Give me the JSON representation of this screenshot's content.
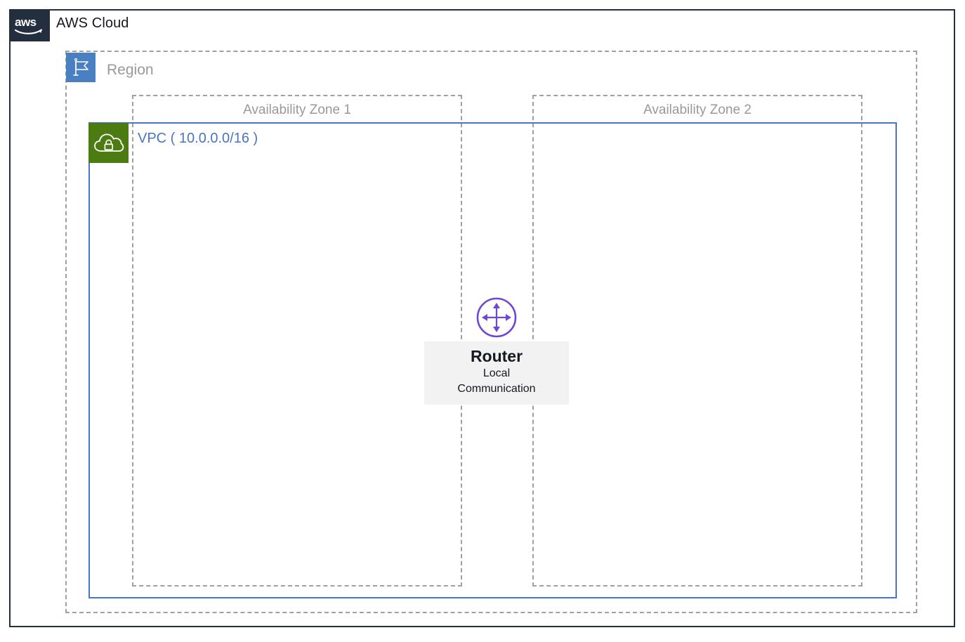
{
  "diagram": {
    "title": "AWS Cloud",
    "type": "aws-architecture-diagram"
  },
  "cloud": {
    "label": "AWS Cloud",
    "logo_icon": "aws-logo-icon",
    "border_color": "#232f3e"
  },
  "region": {
    "label": "Region",
    "icon": "region-flag-icon",
    "icon_bg": "#4a7fc1",
    "border_style": "dashed",
    "border_color": "#a0a0a0"
  },
  "availability_zones": [
    {
      "label": "Availability Zone 1",
      "border_style": "dashed",
      "border_color": "#a0a0a0"
    },
    {
      "label": "Availability Zone 2",
      "border_style": "dashed",
      "border_color": "#a0a0a0"
    }
  ],
  "vpc": {
    "label": "VPC  ( 10.0.0.0/16 )",
    "cidr": "10.0.0.0/16",
    "icon": "vpc-cloud-lock-icon",
    "icon_bg": "#4c7b11",
    "border_color": "#4a74c4",
    "text_color": "#4a74c4"
  },
  "router": {
    "icon": "router-four-way-arrow-icon",
    "icon_color": "#7046d6",
    "title": "Router",
    "subtitle": "Local Communication",
    "caption_bg": "#f2f2f2"
  }
}
